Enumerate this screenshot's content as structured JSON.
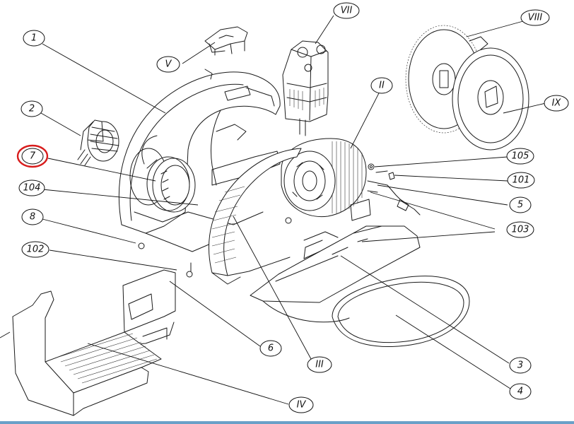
{
  "figure": {
    "highlight_color": "#d81c1c",
    "highlighted_part": "7",
    "callouts": [
      {
        "id": "c-1",
        "label": "1"
      },
      {
        "id": "c-2",
        "label": "2"
      },
      {
        "id": "c-7",
        "label": "7"
      },
      {
        "id": "c-104",
        "label": "104"
      },
      {
        "id": "c-8",
        "label": "8"
      },
      {
        "id": "c-102",
        "label": "102"
      },
      {
        "id": "c-V",
        "label": "V"
      },
      {
        "id": "c-VII",
        "label": "VII"
      },
      {
        "id": "c-II",
        "label": "II"
      },
      {
        "id": "c-VIII",
        "label": "VIII"
      },
      {
        "id": "c-IX",
        "label": "IX"
      },
      {
        "id": "c-105",
        "label": "105"
      },
      {
        "id": "c-101",
        "label": "101"
      },
      {
        "id": "c-5",
        "label": "5"
      },
      {
        "id": "c-103",
        "label": "103"
      },
      {
        "id": "c-6",
        "label": "6"
      },
      {
        "id": "c-III",
        "label": "III"
      },
      {
        "id": "c-IV",
        "label": "IV"
      },
      {
        "id": "c-3",
        "label": "3"
      },
      {
        "id": "c-4",
        "label": "4"
      }
    ]
  }
}
